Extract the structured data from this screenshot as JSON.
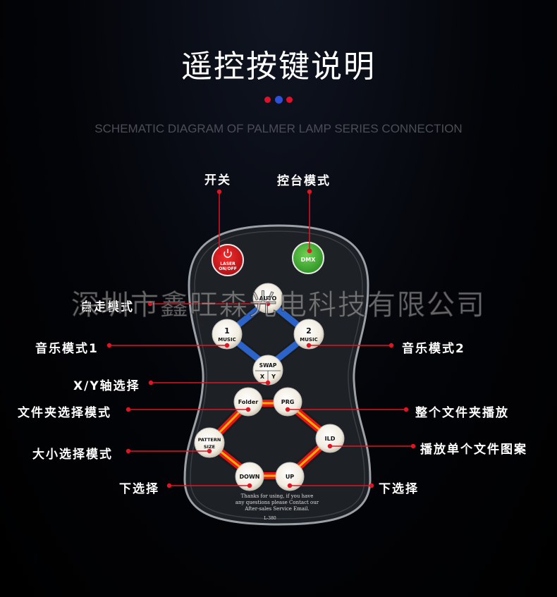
{
  "title": "遥控按键说明",
  "subtitle": "SCHEMATIC DIAGRAM OF PALMER LAMP SERIES CONNECTION",
  "watermark": "深圳市鑫旺森光电科技有限公司",
  "colors": {
    "accent_red": "#e0102a",
    "accent_blue": "#2e4fd8",
    "power_button": "#d4141c",
    "dmx_button": "#3cae2c"
  },
  "labels": {
    "power": "开关",
    "console": "控台模式",
    "auto": "自走模式",
    "music1": "音乐模式1",
    "music2": "音乐模式2",
    "xy": "X/Y轴选择",
    "folder": "文件夹选择模式",
    "play_all": "整个文件夹播放",
    "size": "大小选择模式",
    "play_single": "播放单个文件图案",
    "down_sel": "下选择",
    "up_sel": "下选择"
  },
  "remote": {
    "power_line1": "LASER",
    "power_line2": "ON/OFF",
    "dmx": "DMX",
    "auto": "AUTO",
    "m1_num": "1",
    "m1_text": "MUSIC",
    "m2_num": "2",
    "m2_text": "MUSIC",
    "swap": "SWAP",
    "swap_x": "X",
    "swap_y": "Y",
    "folder": "Folder",
    "prg": "PRG",
    "pattern_line1": "PATTERN",
    "pattern_line2": "SIZE",
    "ild": "ILD",
    "down": "DOWN",
    "up": "UP",
    "thanks1": "Thanks for using, if you have",
    "thanks2": "any questions please Contact our",
    "thanks3": "After-sales Service Email.",
    "model": "L-380"
  }
}
